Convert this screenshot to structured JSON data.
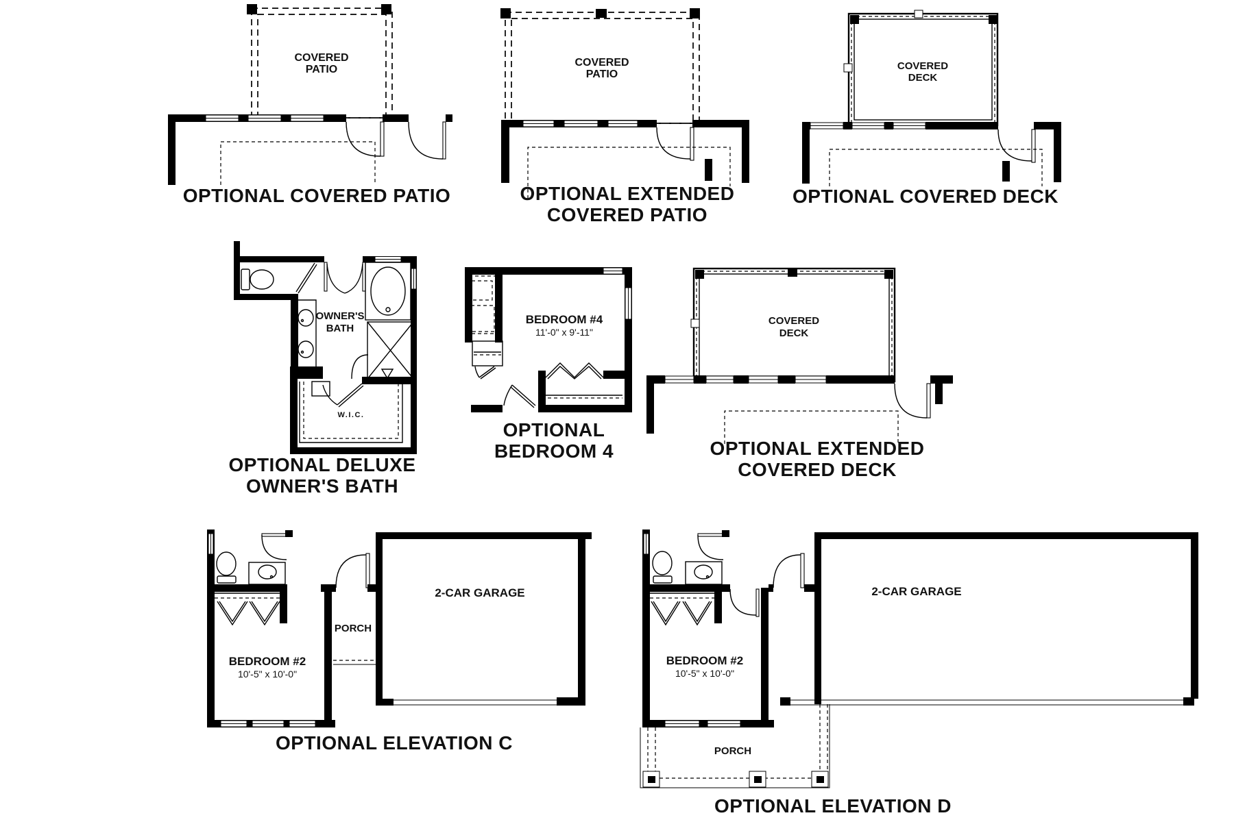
{
  "page": {
    "background": "#ffffff",
    "ink": "#000000",
    "description": "Floor plan options sheet with eight optional feature plan fragments"
  },
  "panels": [
    {
      "id": "covered-patio",
      "caption1": "OPTIONAL COVERED PATIO",
      "labels": {
        "room1": "COVERED",
        "room2": "PATIO"
      }
    },
    {
      "id": "extended-covered-patio",
      "caption1": "OPTIONAL EXTENDED",
      "caption2": "COVERED PATIO",
      "labels": {
        "room1": "COVERED",
        "room2": "PATIO"
      }
    },
    {
      "id": "covered-deck",
      "caption1": "OPTIONAL COVERED DECK",
      "labels": {
        "room1": "COVERED",
        "room2": "DECK"
      }
    },
    {
      "id": "deluxe-owners-bath",
      "caption1": "OPTIONAL DELUXE",
      "caption2": "OWNER'S BATH",
      "labels": {
        "room1": "OWNER'S",
        "room2": "BATH",
        "wic": "W.I.C."
      }
    },
    {
      "id": "bedroom-4",
      "caption1": "OPTIONAL",
      "caption2": "BEDROOM 4",
      "labels": {
        "room": "BEDROOM #4",
        "dims": "11'-0\" x 9'-11\""
      }
    },
    {
      "id": "extended-covered-deck",
      "caption1": "OPTIONAL EXTENDED",
      "caption2": "COVERED DECK",
      "labels": {
        "room1": "COVERED",
        "room2": "DECK"
      }
    },
    {
      "id": "elevation-c",
      "caption1": "OPTIONAL ELEVATION C",
      "labels": {
        "bedroom": "BEDROOM #2",
        "dims": "10'-5\" x 10'-0\"",
        "porch": "PORCH",
        "garage": "2-CAR GARAGE"
      }
    },
    {
      "id": "elevation-d",
      "caption1": "OPTIONAL ELEVATION D",
      "labels": {
        "bedroom": "BEDROOM #2",
        "dims": "10'-5\" x 10'-0\"",
        "porch": "PORCH",
        "garage": "2-CAR GARAGE"
      }
    }
  ]
}
